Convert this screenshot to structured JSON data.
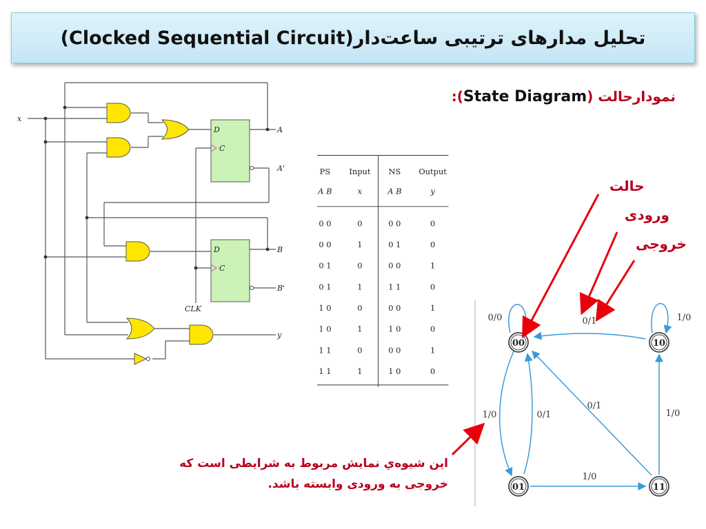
{
  "title": "تحلیل مدارهای ترتیبی ساعت‌دار(Clocked Sequential Circuit)",
  "heading": {
    "fa": "نمودارحالت (",
    "en": "State Diagram",
    "tail": "):"
  },
  "labels": {
    "state": "حالت",
    "input": "ورودی",
    "output": "خروجی"
  },
  "note_line1": "این شیوه‌ي نمایش مربوط به شرایطی است که",
  "note_line2": "خروجی به ورودی وابسته باشد.",
  "circuit": {
    "x": "x",
    "A": "A",
    "A_bar": "A'",
    "B": "B",
    "B_bar": "B'",
    "y": "y",
    "clk": "CLK",
    "D": "D",
    "C": "C"
  },
  "table": {
    "headers": [
      "PS",
      "Input",
      "NS",
      "Output"
    ],
    "subheaders": [
      "A B",
      "x",
      "A B",
      "y"
    ],
    "rows": [
      [
        "0 0",
        "0",
        "0 0",
        "0"
      ],
      [
        "0 0",
        "1",
        "0 1",
        "0"
      ],
      [
        "0 1",
        "0",
        "0 0",
        "1"
      ],
      [
        "0 1",
        "1",
        "1 1",
        "0"
      ],
      [
        "1 0",
        "0",
        "0 0",
        "1"
      ],
      [
        "1 0",
        "1",
        "1 0",
        "0"
      ],
      [
        "1 1",
        "0",
        "0 0",
        "1"
      ],
      [
        "1 1",
        "1",
        "1 0",
        "0"
      ]
    ]
  },
  "state_diagram": {
    "states": [
      "00",
      "10",
      "01",
      "11"
    ],
    "transitions": [
      {
        "from": "00",
        "to": "00",
        "label": "0/0"
      },
      {
        "from": "10",
        "to": "10",
        "label": "1/0"
      },
      {
        "from": "10",
        "to": "00",
        "label": "0/1"
      },
      {
        "from": "00",
        "to": "01",
        "label": "1/0"
      },
      {
        "from": "01",
        "to": "00",
        "label": "0/1"
      },
      {
        "from": "11",
        "to": "00",
        "label": "0/1"
      },
      {
        "from": "01",
        "to": "11",
        "label": "1/0"
      },
      {
        "from": "11",
        "to": "10",
        "label": "1/0"
      }
    ]
  },
  "colors": {
    "gate": "#ffe600",
    "flipflop": "#ccf2b8",
    "arrow": "#3a9ad9",
    "red": "#e8000b",
    "title_text": "#b8001c"
  }
}
